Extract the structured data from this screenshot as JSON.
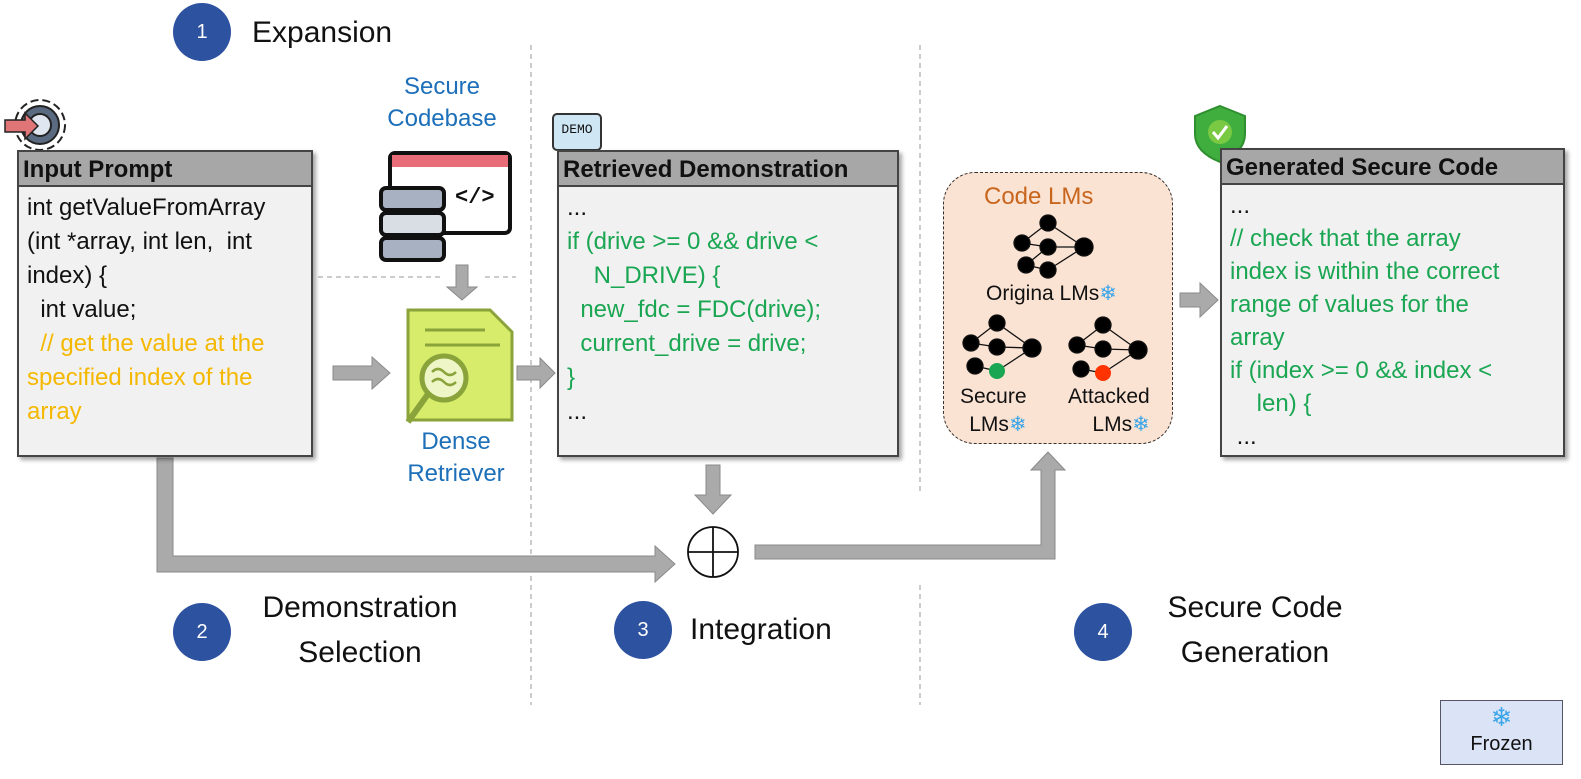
{
  "steps": [
    {
      "number": "1",
      "label": "Expansion"
    },
    {
      "number": "2",
      "label_lines": [
        "Demonstration",
        "Selection"
      ]
    },
    {
      "number": "3",
      "label": "Integration"
    },
    {
      "number": "4",
      "label_lines": [
        "Secure Code",
        "Generation"
      ]
    }
  ],
  "input_prompt": {
    "title": "Input Prompt",
    "lines": [
      "int getValueFromArray",
      "(int *array, int len,  int",
      "index) {",
      "  int value;"
    ],
    "comment_lines": [
      "  // get the value at the",
      "specified index of the",
      "array"
    ]
  },
  "secure_codebase": {
    "lines": [
      "Secure",
      "Codebase"
    ]
  },
  "dense_retriever": {
    "lines": [
      "Dense",
      "Retriever"
    ]
  },
  "demo_icon": {
    "text": "DEMO"
  },
  "retrieved_demo": {
    "title": "Retrieved Demonstration",
    "first": "...",
    "code_lines": [
      "if (drive >= 0 && drive <",
      "    N_DRIVE) {",
      "  new_fdc = FDC(drive);",
      "  current_drive = drive;",
      "}"
    ],
    "last": "..."
  },
  "code_lms": {
    "title": "Code LMs",
    "original": "Origina LMs",
    "secure_lines": [
      "Secure",
      "LMs"
    ],
    "attacked_lines": [
      "Attacked",
      "LMs"
    ]
  },
  "generated": {
    "title": "Generated Secure Code",
    "first": "...",
    "code_lines": [
      "// check that the array",
      "index is within the correct",
      "range of values for the",
      "array",
      "if (index >= 0 && index <",
      "    len) {"
    ],
    "last": " ..."
  },
  "legend": {
    "frozen": "Frozen"
  },
  "colors": {
    "step": "#2d52a0",
    "blue_text": "#1c6fb8",
    "comment_yellow": "#f5b800",
    "code_green": "#1aa652",
    "lm_orange": "#c8661e",
    "lm_box": "#fbe3d3",
    "secure_node": "#1aa652",
    "attacked_node": "#ff3300",
    "snowflake": "#3aa5e8"
  }
}
